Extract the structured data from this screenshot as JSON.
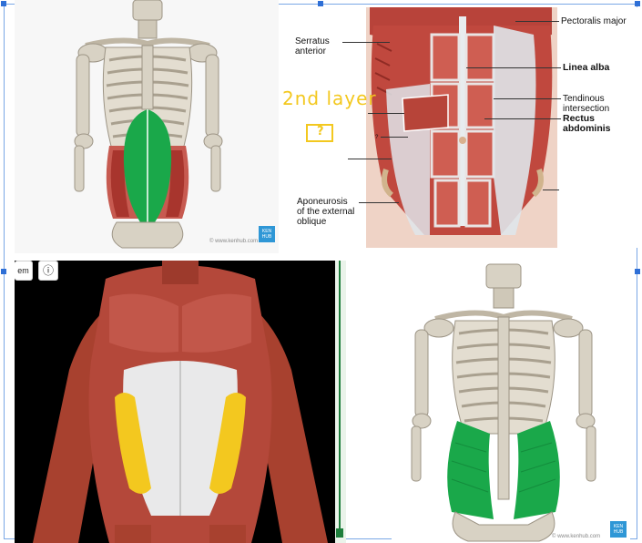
{
  "panel_top_right": {
    "labels": {
      "serratus": "Serratus\nanterior",
      "pectoralis": "Pectoralis major",
      "linea_alba": "Linea alba",
      "tendinous": "Tendinous\nintersection",
      "rectus": "Rectus\nabdominis",
      "aponeurosis": "Aponeurosis\nof the external\noblique",
      "small_mark": "?"
    },
    "handwriting": {
      "layer_note": "2nd layer",
      "box_mark": "?"
    }
  },
  "watermark": "© www.kenhub.com",
  "brand_badge": "KEN\nHUB",
  "viewer_toolbar": {
    "item_label": "em",
    "info_icon": "ⓘ"
  },
  "colors": {
    "accent_green": "#1aa84a",
    "highlight_yellow": "#f3c81f",
    "muscle_red": "#b8433a",
    "bone": "#d8d2c4",
    "selection_blue": "#2e6fd6",
    "kenhub_blue": "#2f97d6"
  }
}
